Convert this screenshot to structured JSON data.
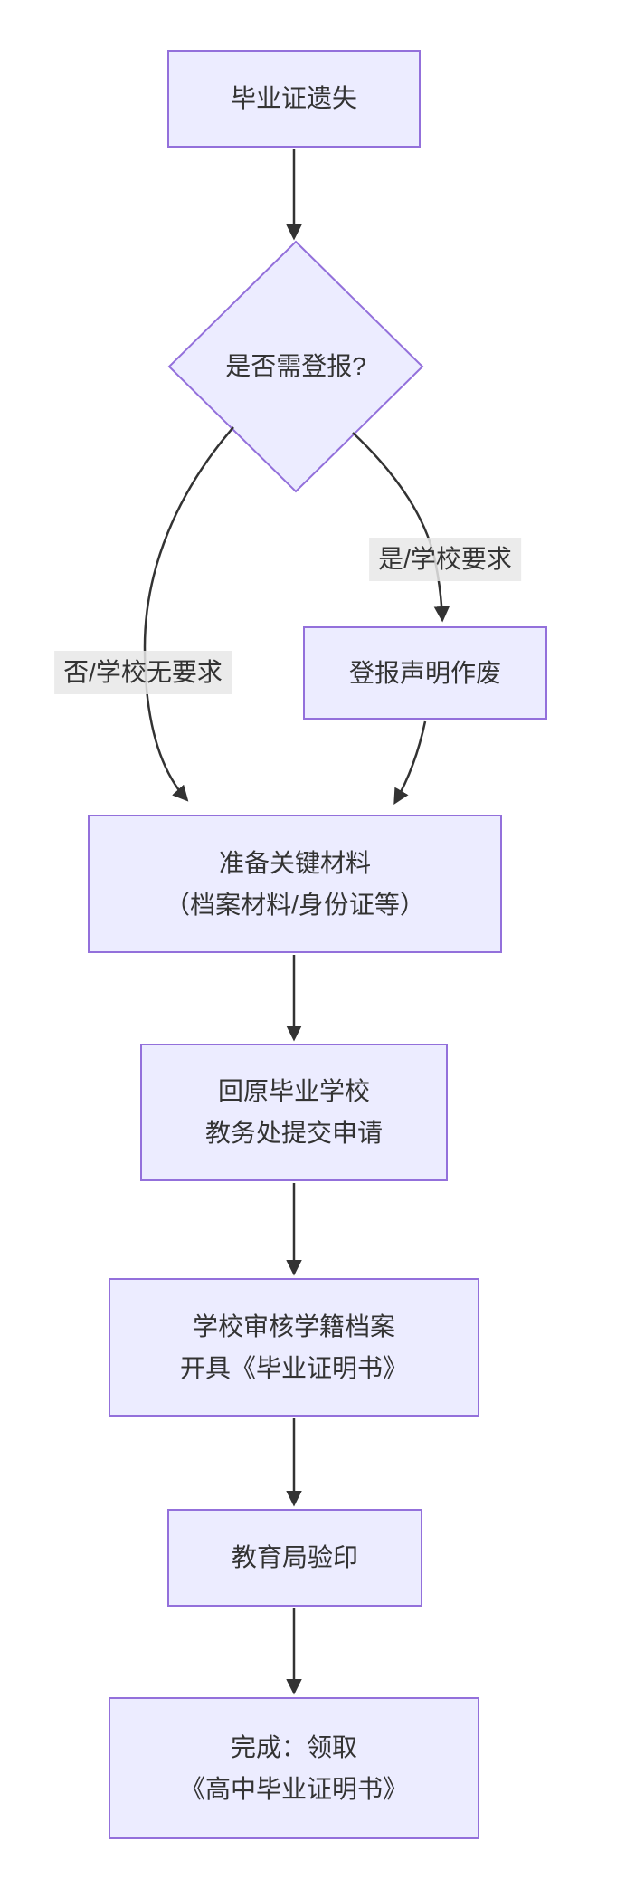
{
  "diagram": {
    "type": "flowchart",
    "direction": "top-down",
    "nodes": {
      "start": {
        "label": "毕业证遗失"
      },
      "decision": {
        "label": "是否需登报?"
      },
      "publish": {
        "label": "登报声明作废"
      },
      "materials": {
        "line1": "准备关键材料",
        "line2": "（档案材料/身份证等）"
      },
      "apply": {
        "line1": "回原毕业学校",
        "line2": "教务处提交申请"
      },
      "review": {
        "line1": "学校审核学籍档案",
        "line2": "开具《毕业证明书》"
      },
      "bureau": {
        "label": "教育局验印"
      },
      "done": {
        "line1": "完成：领取",
        "line2": "《高中毕业证明书》"
      }
    },
    "edge_labels": {
      "yes": "是/学校要求",
      "no": "否/学校无要求"
    },
    "colors": {
      "node_fill": "#ECECFF",
      "node_border": "#9370DB",
      "edge_line": "#333333",
      "edge_label_bg": "#E8E8E8",
      "text": "#333333",
      "background": "#FFFFFF"
    }
  }
}
